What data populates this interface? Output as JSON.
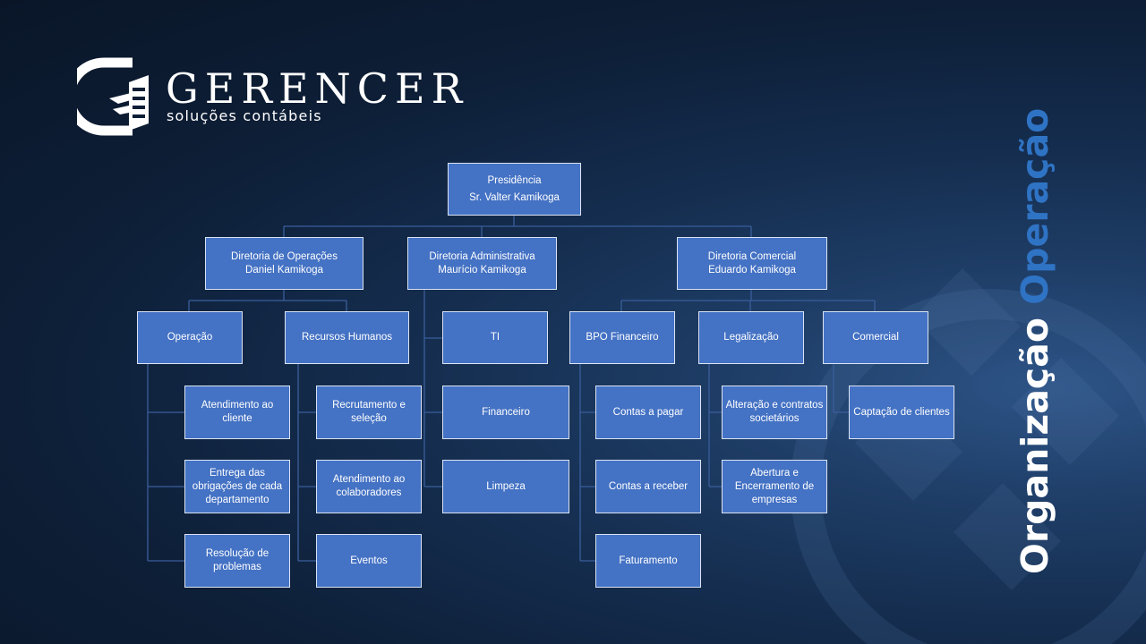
{
  "brand": {
    "name": "GERENCER",
    "tagline": "soluções contábeis"
  },
  "side_title": {
    "word1": "Organização",
    "word2": "Operação"
  },
  "colors": {
    "box_fill": "#4472c4",
    "connector": "#3a5e9c",
    "title_accent": "#2f73c4",
    "text": "#ffffff"
  },
  "org": {
    "presidencia": {
      "line1": "Presidência",
      "line2": "Sr. Valter Kamikoga"
    },
    "dir_operacoes": {
      "line1": "Diretoria de Operações",
      "line2": "Daniel Kamikoga"
    },
    "dir_administrativa": {
      "line1": "Diretoria Administrativa",
      "line2": "Maurício Kamikoga"
    },
    "dir_comercial": {
      "line1": "Diretoria Comercial",
      "line2": "Eduardo Kamikoga"
    },
    "operacao": "Operação",
    "rh": "Recursos Humanos",
    "ti": "TI",
    "bpo": "BPO Financeiro",
    "legalizacao": "Legalização",
    "comercial": "Comercial",
    "op_atendimento": "Atendimento ao cliente",
    "op_entrega": "Entrega das obrigações de cada departamento",
    "op_resolucao": "Resolução de problemas",
    "rh_recrutamento": "Recrutamento e seleção",
    "rh_atendimento": "Atendimento ao colaboradores",
    "rh_eventos": "Eventos",
    "adm_financeiro": "Financeiro",
    "adm_limpeza": "Limpeza",
    "bpo_pagar": "Contas a pagar",
    "bpo_receber": "Contas a receber",
    "bpo_faturamento": "Faturamento",
    "leg_alteracao": "Alteração e contratos societários",
    "leg_abertura": "Abertura e Encerramento de empresas",
    "com_captacao": "Captação de clientes"
  }
}
